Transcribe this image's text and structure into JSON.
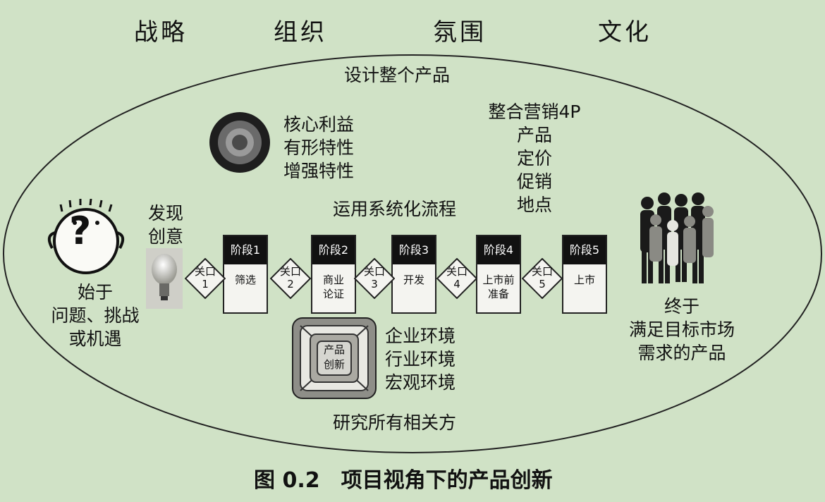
{
  "top_labels": [
    "战略",
    "组织",
    "氛围",
    "文化"
  ],
  "ellipse_top": "设计整个产品",
  "product_levels": [
    "核心利益",
    "有形特性",
    "增强特性"
  ],
  "marketing_4p": {
    "title": "整合营销4P",
    "items": [
      "产品",
      "定价",
      "促销",
      "地点"
    ]
  },
  "process_label": "运用系统化流程",
  "start": {
    "label_lines": [
      "始于",
      "问题、挑战",
      "或机遇"
    ],
    "idea_lines": [
      "发现",
      "创意"
    ],
    "question_mark": "?"
  },
  "stages": [
    {
      "header": "阶段1",
      "body": "筛选"
    },
    {
      "header": "阶段2",
      "body": "商业\n论证"
    },
    {
      "header": "阶段3",
      "body": "开发"
    },
    {
      "header": "阶段4",
      "body": "上市前\n准备"
    },
    {
      "header": "阶段5",
      "body": "上市"
    }
  ],
  "gates": [
    {
      "label": "关口",
      "num": "1"
    },
    {
      "label": "关口",
      "num": "2"
    },
    {
      "label": "关口",
      "num": "3"
    },
    {
      "label": "关口",
      "num": "4"
    },
    {
      "label": "关口",
      "num": "5"
    }
  ],
  "innovation_box": {
    "line1": "产品",
    "line2": "创新"
  },
  "environments": [
    "企业环境",
    "行业环境",
    "宏观环境"
  ],
  "end": {
    "label_lines": [
      "终于",
      "满足目标市场",
      "需求的产品"
    ]
  },
  "ellipse_bottom": "研究所有相关方",
  "caption": "图 0.2　项目视角下的产品创新"
}
